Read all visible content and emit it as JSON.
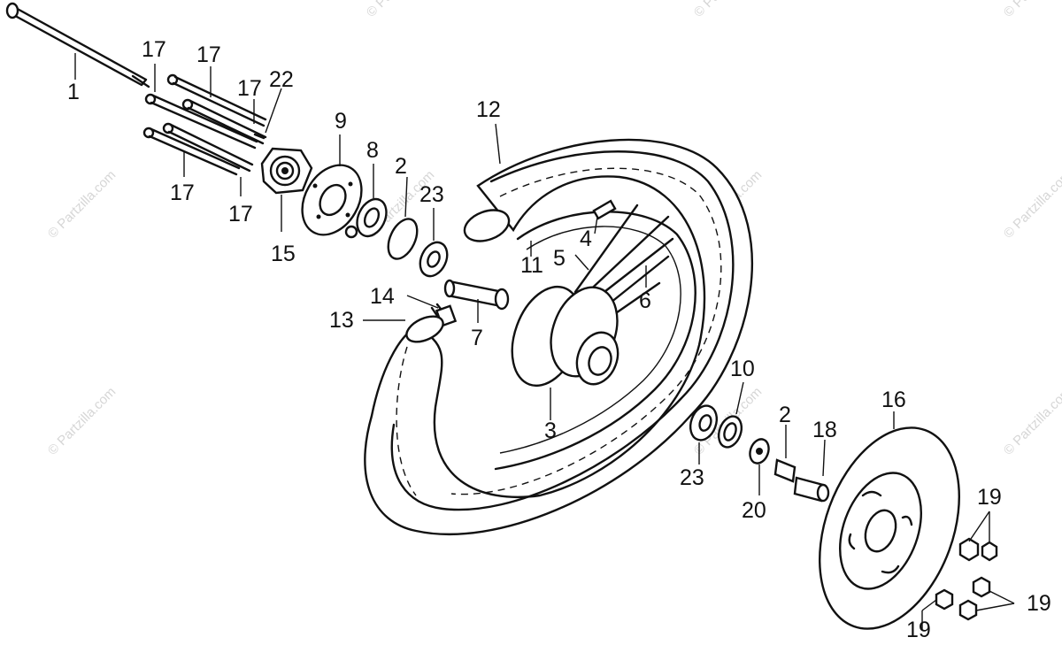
{
  "watermark": "© Partzilla.com",
  "callouts": {
    "c1": "1",
    "c2": "2",
    "c2b": "2",
    "c3": "3",
    "c4": "4",
    "c5": "5",
    "c6": "6",
    "c7": "7",
    "c8": "8",
    "c9": "9",
    "c10": "10",
    "c11": "11",
    "c12": "12",
    "c13": "13",
    "c14": "14",
    "c15": "15",
    "c16": "16",
    "c17a": "17",
    "c17b": "17",
    "c17c": "17",
    "c17d": "17",
    "c17e": "17",
    "c18": "18",
    "c19a": "19",
    "c19b": "19",
    "c19c": "19",
    "c20": "20",
    "c22": "22",
    "c23a": "23",
    "c23b": "23"
  }
}
